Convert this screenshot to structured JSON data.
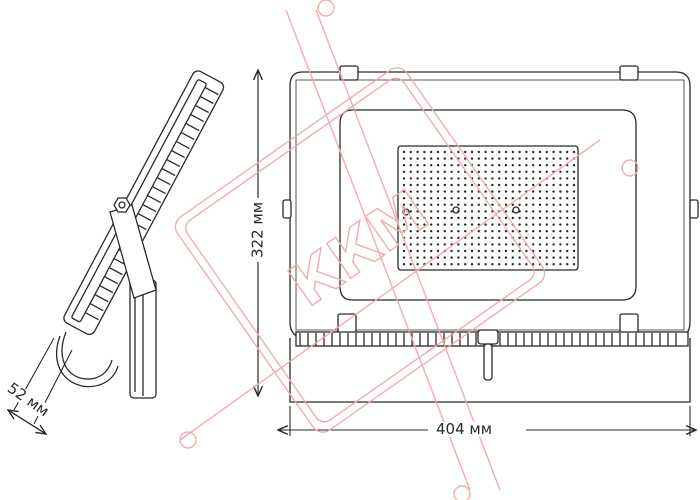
{
  "dimensions": {
    "width": "404 мм",
    "height": "322 мм",
    "depth": "52 мм"
  },
  "watermark": {
    "text": "ККМ"
  },
  "colors": {
    "line": "#2a2a2a",
    "watermark": "#f0a9a9"
  }
}
